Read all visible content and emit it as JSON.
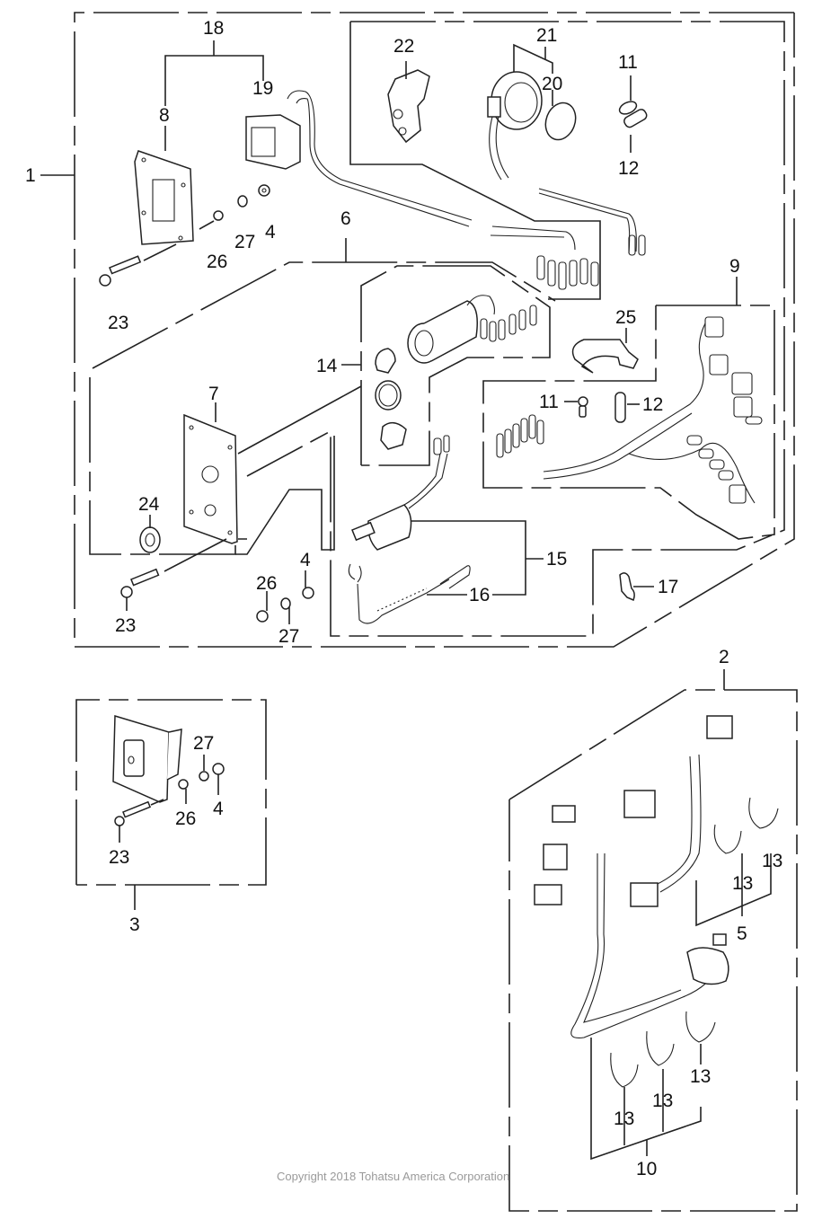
{
  "diagram": {
    "type": "exploded-parts-diagram",
    "subject": "Remote control electrical parts / harness",
    "callouts": {
      "c1": "1",
      "c2": "2",
      "c3": "3",
      "c4a": "4",
      "c4b": "4",
      "c4c": "4",
      "c5": "5",
      "c6": "6",
      "c7": "7",
      "c8": "8",
      "c9": "9",
      "c10": "10",
      "c11a": "11",
      "c11b": "11",
      "c12a": "12",
      "c12b": "12",
      "c13a": "13",
      "c13b": "13",
      "c13c": "13",
      "c13d": "13",
      "c13e": "13",
      "c14": "14",
      "c15": "15",
      "c16": "16",
      "c17": "17",
      "c18": "18",
      "c19": "19",
      "c20": "20",
      "c21": "21",
      "c22": "22",
      "c23a": "23",
      "c23b": "23",
      "c23c": "23",
      "c24": "24",
      "c25": "25",
      "c26a": "26",
      "c26b": "26",
      "c26c": "26",
      "c27a": "27",
      "c27b": "27",
      "c27c": "27"
    }
  },
  "footer": {
    "copyright": "Copyright 2018 Tohatsu America Corporation"
  }
}
